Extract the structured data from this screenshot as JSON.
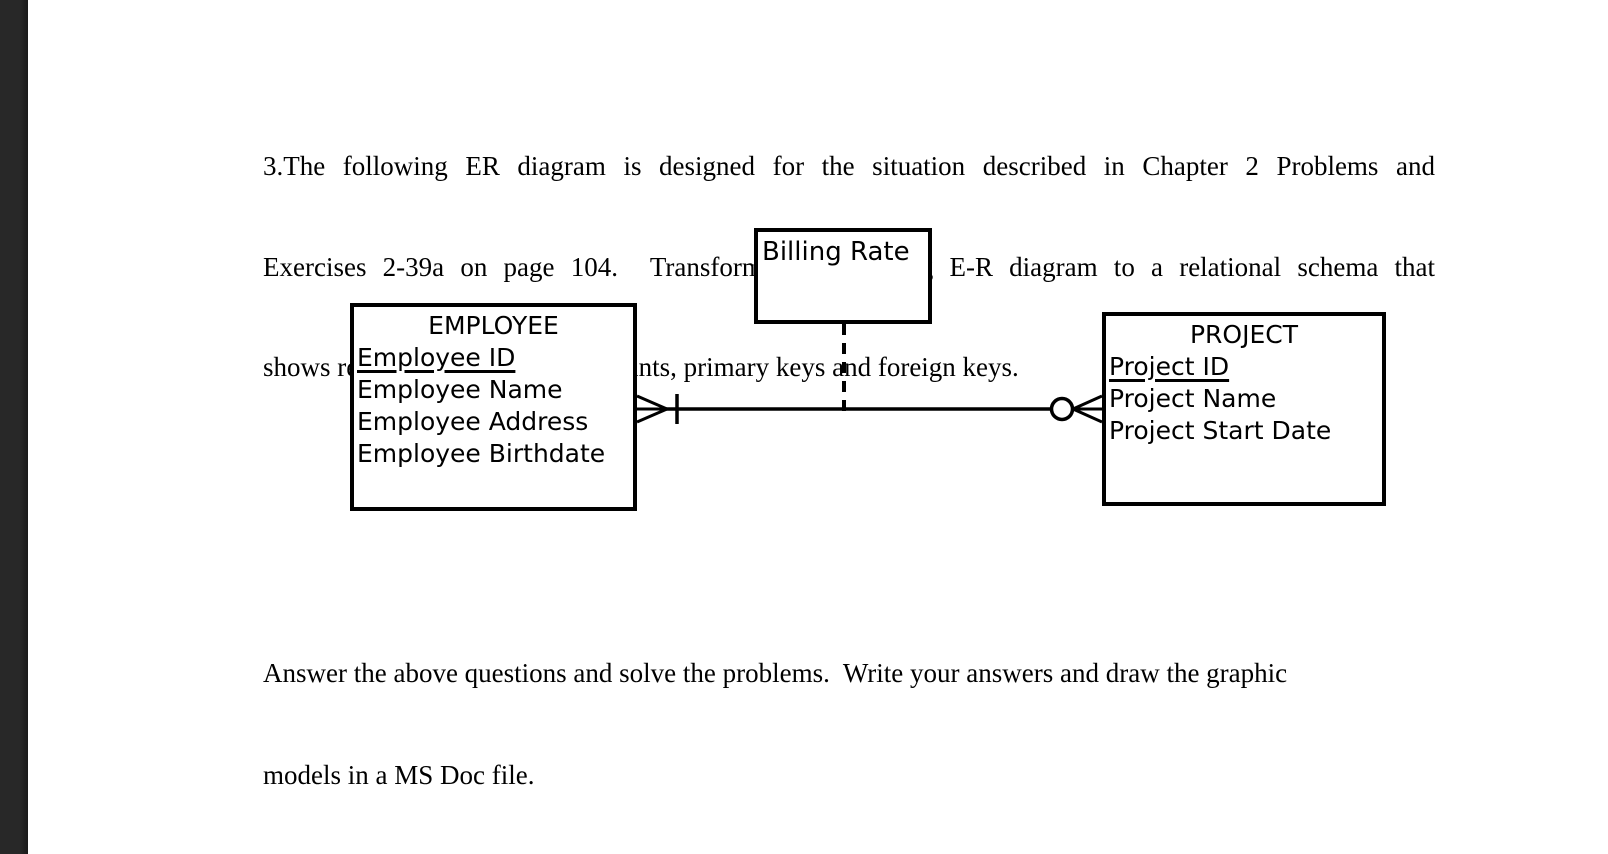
{
  "page": {
    "background_color": "#ffffff",
    "left_bar_color": "#282828",
    "ink_color": "#000000"
  },
  "intro": {
    "lines": [
      "3.The following ER diagram is designed for the situation described in Chapter 2 Problems and",
      "Exercises 2-39a on page 104.  Transform the following E-R diagram to a relational schema that",
      "shows referential integrity constraints, primary keys and foreign keys."
    ]
  },
  "diagram": {
    "billing_rate": {
      "label": "Billing Rate"
    },
    "employee": {
      "title": "EMPLOYEE",
      "attributes": [
        "Employee ID",
        "Employee Name",
        "Employee Address",
        "Employee Birthdate"
      ],
      "primary_key": "Employee ID"
    },
    "project": {
      "title": "PROJECT",
      "attributes": [
        "Project ID",
        "Project Name",
        "Project Start Date"
      ],
      "primary_key": "Project ID"
    },
    "relationship": {
      "employee_end_cardinality": "one-or-many (crow's foot with bar)",
      "project_end_cardinality": "zero-or-many (circle with crow's foot)",
      "associative_attribute": "Billing Rate"
    }
  },
  "outro": {
    "lines": [
      "Answer the above questions and solve the problems.  Write your answers and draw the graphic",
      "models in a MS Doc file."
    ]
  }
}
